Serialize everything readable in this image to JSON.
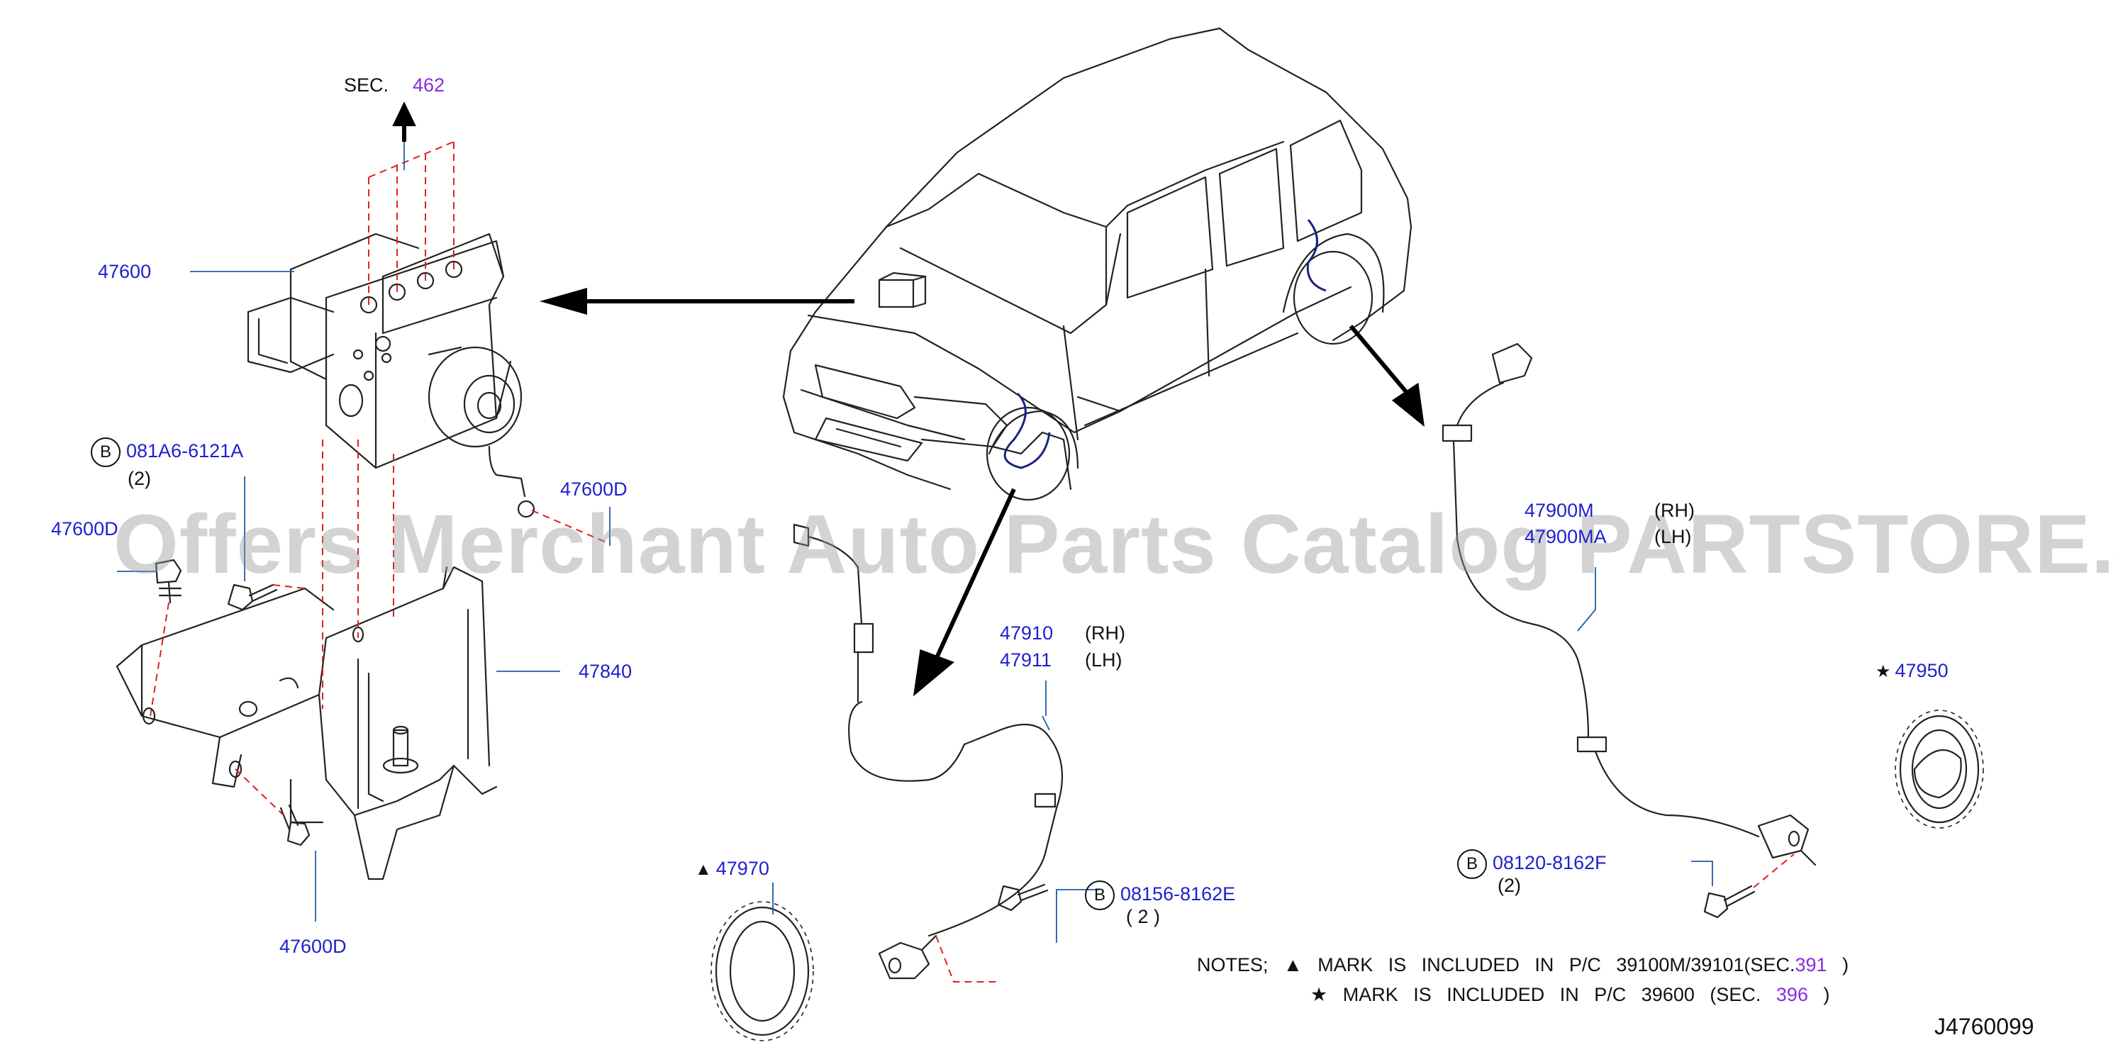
{
  "labels": {
    "sec_462_prefix": "SEC.",
    "sec_462": "462",
    "p47600": "47600",
    "b_marker": "B",
    "p081A6": "081A6-6121A",
    "qty_081A6": "(2)",
    "p47600D_left": "47600D",
    "p47600D_mid": "47600D",
    "p47600D_bottom": "47600D",
    "p47840": "47840",
    "p47910": "47910",
    "rh_47910": "(RH)",
    "p47911": "47911",
    "lh_47911": "(LH)",
    "p47970": "47970",
    "p08156": "08156-8162E",
    "qty_08156": "( 2 )",
    "p47900M": "47900M",
    "rh_47900M": "(RH)",
    "p47900MA": "47900MA",
    "lh_47900MA": "(LH)",
    "p47950": "47950",
    "p08120": "08120-8162F",
    "qty_08120": "(2)"
  },
  "marks": {
    "triangle": "▲",
    "star": "★"
  },
  "notes": {
    "line1_prefix": "NOTES;",
    "line1_text": "MARK IS INCLUDED IN P/C 39100M/39101(SEC.",
    "line1_sec": "391",
    "line1_close": ")",
    "line2_text": "MARK IS INCLUDED IN P/C 39600 (SEC.",
    "line2_sec": "396",
    "line2_close": ")"
  },
  "doc_id": "J4760099",
  "watermark": "Offers Merchant Auto Parts Catalog PARTSTORE.SA",
  "colors": {
    "part_number": "#1f1fd0",
    "section_link": "#8a2be2",
    "leader_line": "#1f5fa8",
    "dashed": "#e02020",
    "sensor_wire": "#1a237e"
  }
}
